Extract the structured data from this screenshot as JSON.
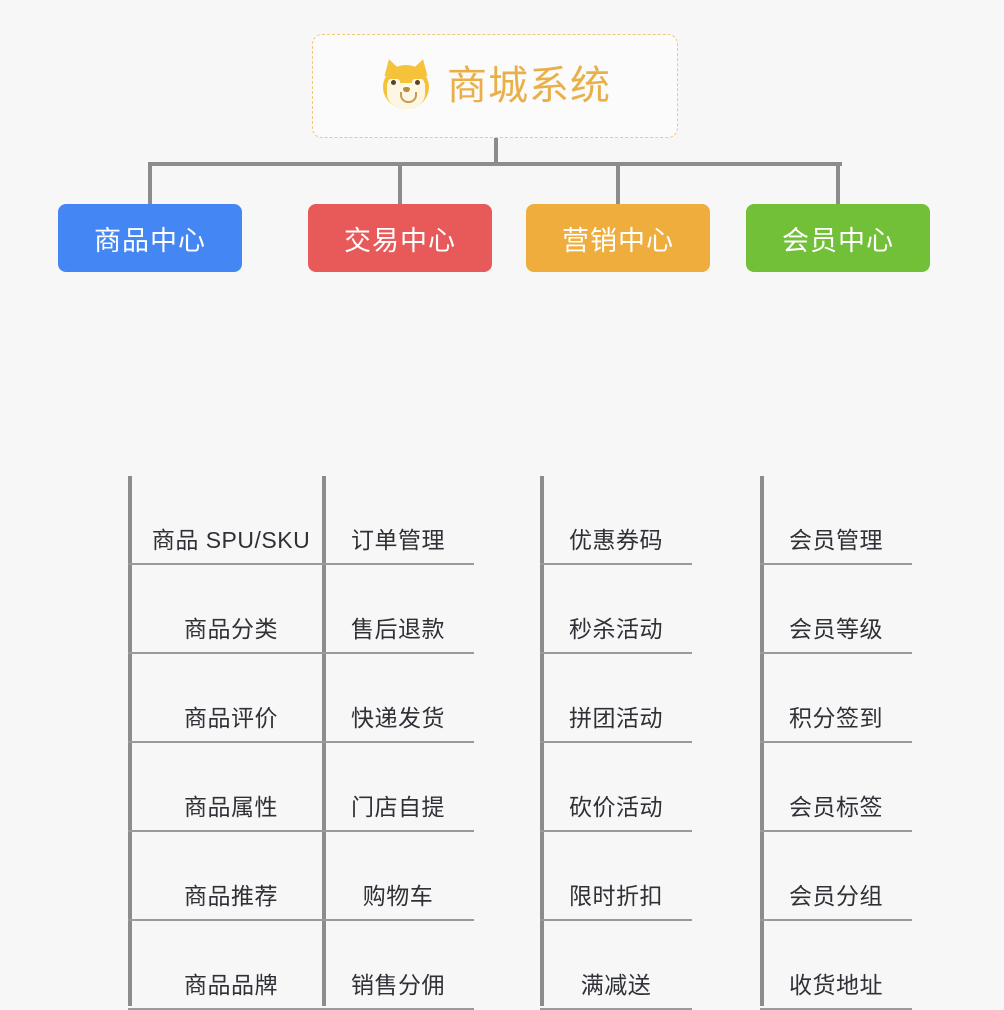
{
  "root": {
    "icon": "shiba-dog-face-emoji",
    "title": "商城系统"
  },
  "theme": {
    "background": "#f7f7f7",
    "root_border": "#f0c878",
    "root_title_color": "#e9b04a",
    "connector": "#8c8c8c",
    "item_rule": "#9a9a9a",
    "item_text": "#2f3136"
  },
  "columns": [
    {
      "label": "商品中心",
      "color": "#4486f3",
      "items": [
        "商品 SPU/SKU",
        "商品分类",
        "商品评价",
        "商品属性",
        "商品推荐",
        "商品品牌"
      ]
    },
    {
      "label": "交易中心",
      "color": "#e8595a",
      "items": [
        "订单管理",
        "售后退款",
        "快递发货",
        "门店自提",
        "购物车",
        "销售分佣"
      ]
    },
    {
      "label": "营销中心",
      "color": "#eead3d",
      "items": [
        "优惠券码",
        "秒杀活动",
        "拼团活动",
        "砍价活动",
        "限时折扣",
        "满减送"
      ]
    },
    {
      "label": "会员中心",
      "color": "#72c038",
      "items": [
        "会员管理",
        "会员等级",
        "积分签到",
        "会员标签",
        "会员分组",
        "收货地址"
      ]
    }
  ]
}
